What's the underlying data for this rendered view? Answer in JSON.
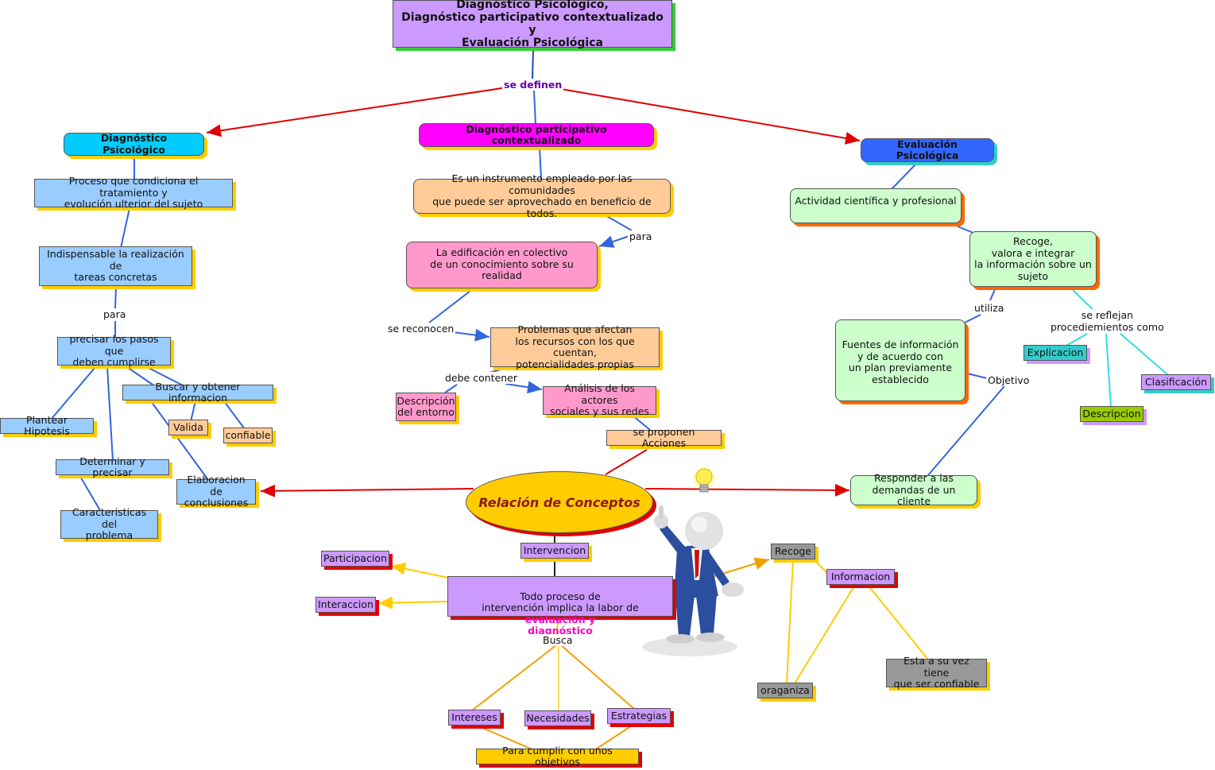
{
  "title": "Diagnóstico Psicológico,\nDiagnóstico participativo contextualizado y\nEvaluación Psicológica",
  "link_se_definen": "se definen",
  "diag_psico": "Diagnóstico Psicológico",
  "diag_part": "Diagnóstico participativo contextualizado",
  "eval_psico": "Evaluación Psicológica",
  "proceso": "Proceso que condiciona el tratamiento y\nevolución ulterior del sujeto",
  "indispensable": "Indispensable la realización de\ntareas concretas",
  "para1": "para",
  "precisar": "precisar los pasos que\ndeben cumplirse",
  "buscar": "Buscar y obtener informacion",
  "plantear": "Plantear Hipotesis",
  "valida": "Valida",
  "confiable": "confiable",
  "determinar": "Determinar y precisar",
  "elaboracion": "Elaboracion de\nconclusiones",
  "caracteristicas": "Caracteristicas del\nproblema",
  "instrumento": "Es un instrumento empleado por las comunidades\nque puede ser aprovechado en beneficio de todos.",
  "para2": "para",
  "edificacion": "La edificación en colectivo\nde un conocimiento sobre su realidad",
  "se_reconocen": "se reconocen",
  "problemas": "Problemas que afectan\nlos recursos con los que cuentan,\npotencialidades propias",
  "debe_contener": "debe contener",
  "descripcion_entorno": "Descripción\ndel entorno",
  "analisis": "Análisis de los actores\nsociales y sus redes",
  "acciones": "se proponen Acciones",
  "actividad": "Actividad científica y profesional",
  "recoge_integrar": "Recoge,\nvalora e integrar\nla información sobre un\nsujeto",
  "utiliza": "utiliza",
  "se_reflejan": "se reflejan\nprocediemientos como",
  "fuentes": "Fuentes de información\ny de acuerdo con\nun plan previamente\nestablecido",
  "objetivo": "Objetivo",
  "explicacion": "Explicacion",
  "clasificacion": "Clasificación",
  "descripcion": "Descripcion",
  "responder": "Responder a las\ndemandas de un cliente",
  "central": "Relación de Conceptos",
  "intervencion": "Intervencion",
  "todo_proceso_a": "Todo proceso de\nintervención implica la labor de ",
  "todo_proceso_b": "evaluación y\ndiagnóstico",
  "participacion": "Participacion",
  "interaccion": "Interaccion",
  "busca": "Busca",
  "intereses": "Intereses",
  "necesidades": "Necesidades",
  "estrategias": "Estrategias",
  "cumplir": "Para cumplir con unos objetivos",
  "recoge": "Recoge",
  "informacion": "Informacion",
  "oraganiza": "oraganiza",
  "esta_vez": "Esta a su vez tiene\nque ser confiable",
  "colors": {
    "purple": "#cc99ff",
    "cyan": "#00ccff",
    "magenta": "#ff00ff",
    "blue": "#3366ff",
    "lightblue": "#99ccff",
    "peach": "#ffcc99",
    "pink": "#ff99cc",
    "mint": "#ccffcc",
    "yellow": "#ffcc00",
    "gray": "#999999",
    "olive": "#99cc00",
    "teal": "#33cccc"
  }
}
